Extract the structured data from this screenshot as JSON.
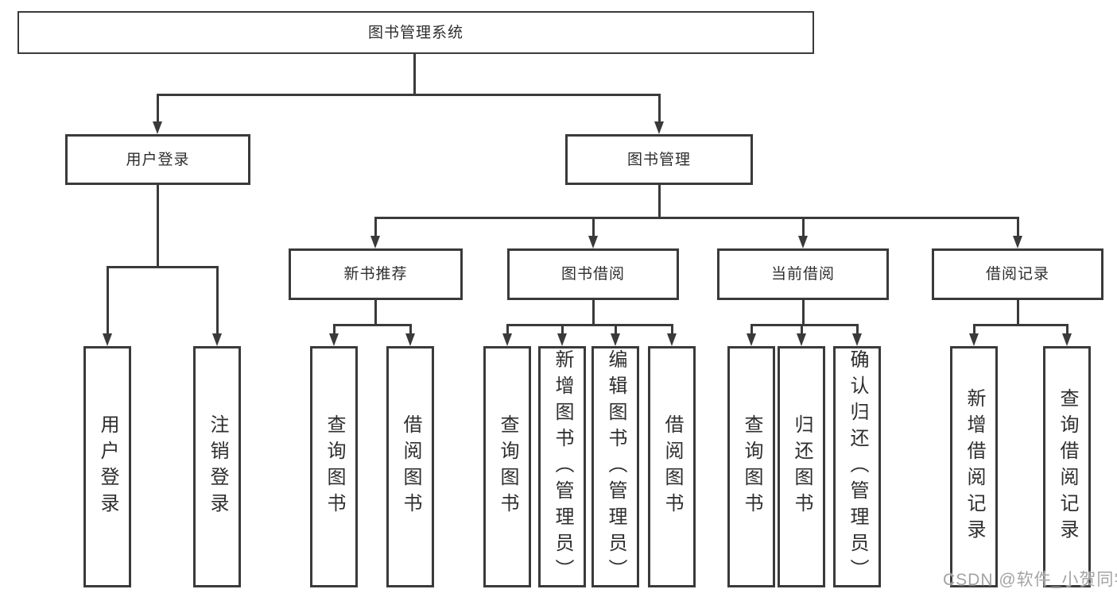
{
  "diagram_title": "图书管理系统",
  "tree": {
    "root": {
      "label": "图书管理系统"
    },
    "branches": [
      {
        "label": "用户登录",
        "children": [
          {
            "label": "用户登录"
          },
          {
            "label": "注销登录"
          }
        ]
      },
      {
        "label": "图书管理",
        "children": [
          {
            "label": "新书推荐",
            "children": [
              {
                "label": "查询图书"
              },
              {
                "label": "借阅图书"
              }
            ]
          },
          {
            "label": "图书借阅",
            "children": [
              {
                "label": "查询图书"
              },
              {
                "label": "新增图书（管理员）"
              },
              {
                "label": "编辑图书（管理员）"
              },
              {
                "label": "借阅图书"
              }
            ]
          },
          {
            "label": "当前借阅",
            "children": [
              {
                "label": "查询图书"
              },
              {
                "label": "归还图书"
              },
              {
                "label": "确认归还（管理员）"
              }
            ]
          },
          {
            "label": "借阅记录",
            "children": [
              {
                "label": "新增借阅记录"
              },
              {
                "label": "查询借阅记录"
              }
            ]
          }
        ]
      }
    ]
  },
  "watermark": {
    "text": "CSDN @软件_小贺同学"
  },
  "colors": {
    "line": "#3a3a3a",
    "text": "#2e2e2e",
    "background": "#ffffff",
    "watermark": "#a3a3a3"
  }
}
